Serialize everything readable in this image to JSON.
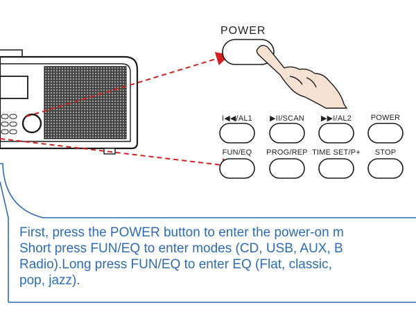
{
  "callout": {
    "power_title": "POWER"
  },
  "buttons": {
    "row1": [
      "I◀◀/AL1",
      "▶II/SCAN",
      "▶▶I/AL2",
      "POWER"
    ],
    "row2": [
      "FUN/EQ",
      "PROG/REP",
      "TIME SET/P+",
      "STOP"
    ]
  },
  "instructions": {
    "line1": "First, press the POWER button to enter the power-on m",
    "line2": "Short press FUN/EQ to enter modes (CD, USB, AUX, B",
    "line3": "Radio).Long press FUN/EQ to enter EQ (Flat, classic,",
    "line4": "pop, jazz)."
  },
  "colors": {
    "arrow": "#d42020",
    "text": "#2d6cb5",
    "frame": "#2d6cb5"
  }
}
